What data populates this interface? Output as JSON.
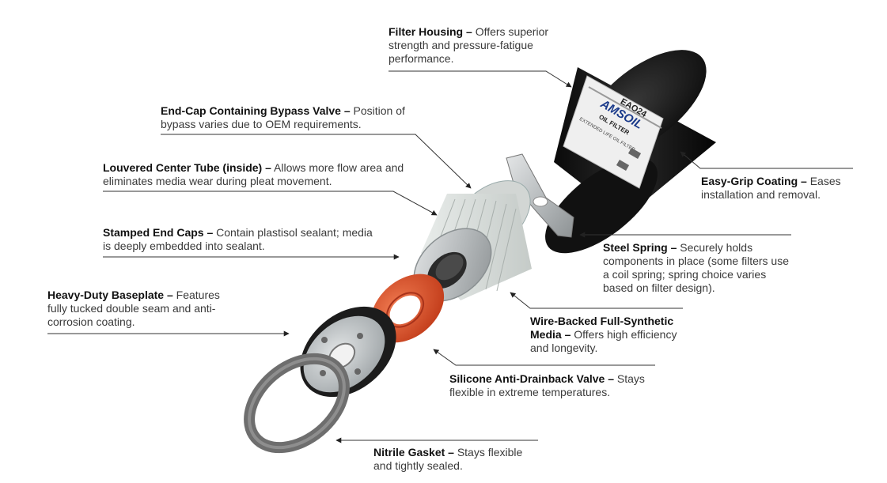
{
  "labels": {
    "filter_housing": {
      "title": "Filter Housing –",
      "desc": "Offers superior strength and pressure-fatigue performance."
    },
    "end_cap": {
      "title": "End-Cap Containing Bypass Valve –",
      "desc": "Position of bypass varies due to OEM requirements."
    },
    "center_tube": {
      "title": "Louvered Center Tube (inside) –",
      "desc": "Allows more flow area and eliminates media wear during pleat movement."
    },
    "stamped_caps": {
      "title": "Stamped End Caps –",
      "desc": "Contain plastisol sealant; media is deeply embedded into sealant."
    },
    "baseplate": {
      "title": "Heavy-Duty Baseplate –",
      "desc": "Features fully tucked double seam and anti-corrosion coating."
    },
    "easy_grip": {
      "title": "Easy-Grip Coating –",
      "desc": "Eases installation and removal."
    },
    "steel_spring": {
      "title": "Steel Spring –",
      "desc": "Securely holds components in place (some filters use a coil spring; spring choice varies based on filter design)."
    },
    "media": {
      "title": "Wire-Backed Full-Synthetic Media –",
      "desc": "Offers high efficiency and longevity."
    },
    "drainback": {
      "title": "Silicone Anti-Drainback Valve –",
      "desc": "Stays flexible in extreme temperatures."
    },
    "gasket": {
      "title": "Nitrile Gasket –",
      "desc": "Stays flexible and tightly sealed."
    }
  },
  "can_print": {
    "model": "EAO24",
    "brand": "AMSOIL",
    "type": "OIL FILTER",
    "ring": "EXTENDED LIFE OIL FILTER"
  },
  "colors": {
    "line": "#333333",
    "housing": "#141414",
    "valve": "#e0562e",
    "gasket": "#6e6e6e"
  }
}
